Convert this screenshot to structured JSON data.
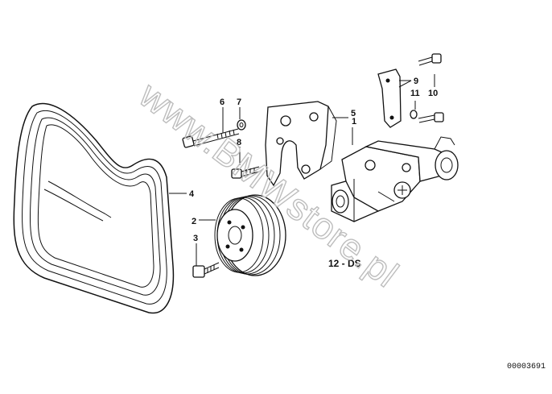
{
  "diagram": {
    "callouts": [
      {
        "id": "1",
        "part": "pump"
      },
      {
        "id": "2",
        "part": "pulley"
      },
      {
        "id": "3",
        "part": "pulley-bolt"
      },
      {
        "id": "4",
        "part": "v-ribbed-belt"
      },
      {
        "id": "5",
        "part": "bracket"
      },
      {
        "id": "6",
        "part": "long-bolt"
      },
      {
        "id": "7",
        "part": "washer"
      },
      {
        "id": "8",
        "part": "bracket-bolt"
      },
      {
        "id": "9",
        "part": "holder-plate"
      },
      {
        "id": "10",
        "part": "holder-bolt"
      },
      {
        "id": "11",
        "part": "holder-washer"
      }
    ],
    "group_code": "12 - DS",
    "watermark": "www.BMWstore.pl",
    "document_number": "00003691"
  }
}
